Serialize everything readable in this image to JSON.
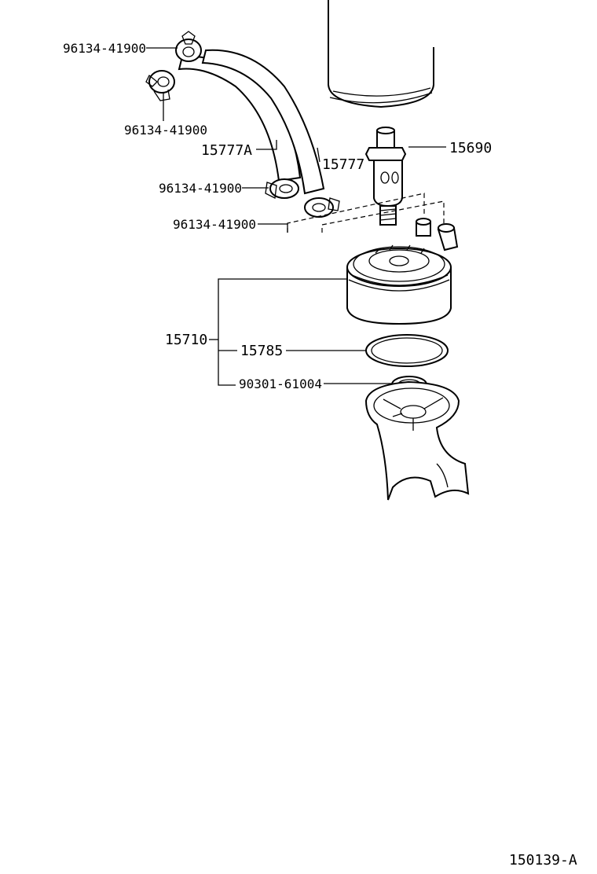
{
  "labels": {
    "clamp_1": "96134-41900",
    "clamp_2": "96134-41900",
    "clamp_3": "96134-41900",
    "clamp_4": "96134-41900",
    "hose_a": "15777A",
    "hose_b": "15777",
    "union_bolt": "15690",
    "oil_cooler": "15710",
    "o_ring": "15785",
    "gasket": "90301-61004"
  },
  "figure_code": "150139-A"
}
